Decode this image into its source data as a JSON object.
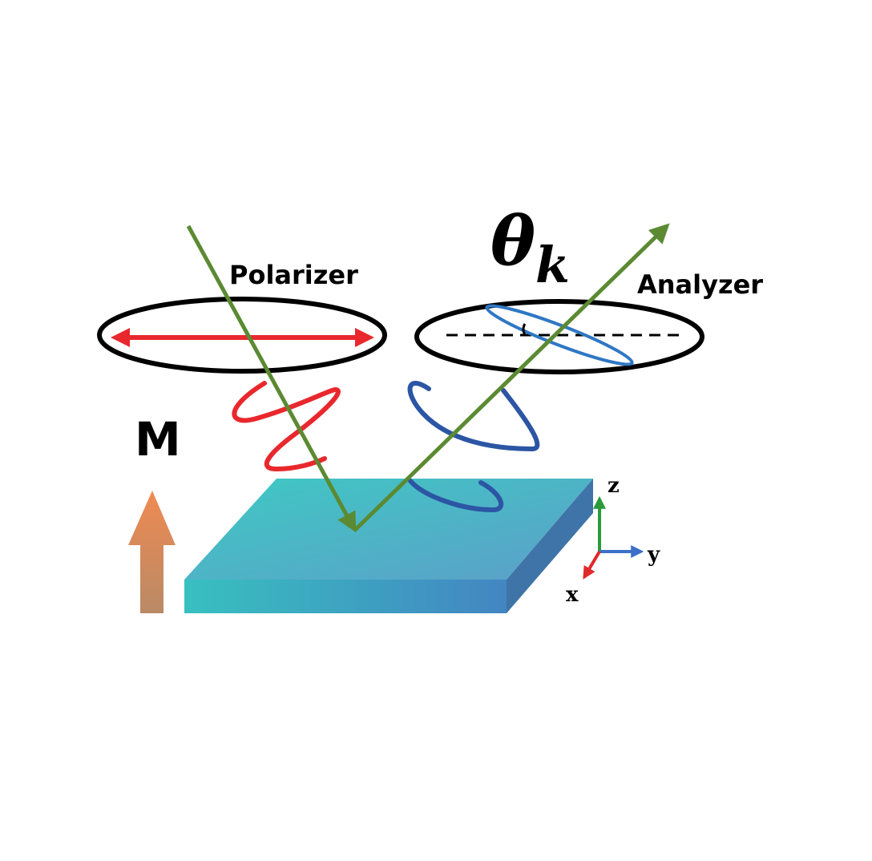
{
  "labels": {
    "polarizer": "Polarizer",
    "analyzer": "Analyzer",
    "theta_symbol": "θ",
    "theta_subscript": "k",
    "magnetization": "M",
    "axis_z": "z",
    "axis_y": "y",
    "axis_x": "x"
  },
  "colors": {
    "beam": "#5b8a32",
    "incident_wave": "#e8282d",
    "reflected_wave": "#2c55a4",
    "analyzer_ellipse": "#2f77c4",
    "ring_stroke": "#000000",
    "slab_top_start": "#3ec9c3",
    "slab_top_end": "#5c9fc9",
    "slab_front_start": "#38c0c0",
    "slab_front_end": "#4386c2",
    "slab_side": "#3f74a8",
    "arrow_top": "#f08a52",
    "arrow_bottom": "#b98a66",
    "axis_z_color": "#2a9a3c",
    "axis_y_color": "#3b6fc8",
    "axis_x_color": "#e02a2a"
  }
}
